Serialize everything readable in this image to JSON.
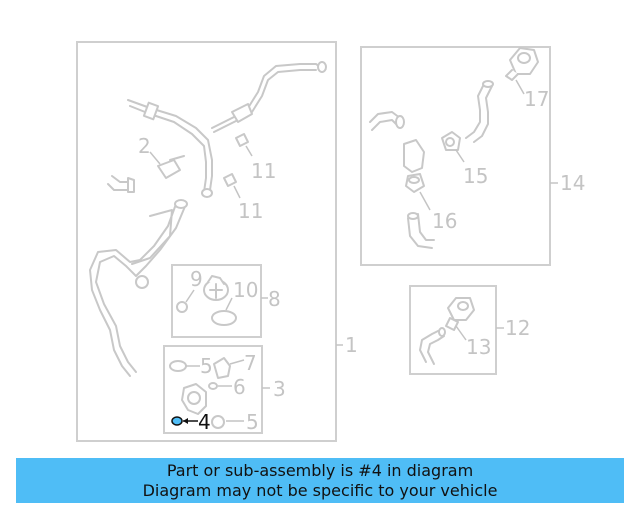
{
  "diagram": {
    "highlight_color": "#4fbdf6",
    "line_color": "#c8c8c8",
    "highlight_callout": "4",
    "callouts": [
      "1",
      "2",
      "3",
      "4",
      "5",
      "6",
      "7",
      "8",
      "9",
      "10",
      "11",
      "12",
      "13",
      "14",
      "15",
      "16",
      "17"
    ],
    "labels": {
      "c1": "1",
      "c2": "2",
      "c3": "3",
      "c4": "4",
      "c5a": "5",
      "c5b": "5",
      "c6": "6",
      "c7": "7",
      "c8": "8",
      "c9": "9",
      "c10": "10",
      "c11a": "11",
      "c11b": "11",
      "c12": "12",
      "c13": "13",
      "c14": "14",
      "c15": "15",
      "c16": "16",
      "c17": "17"
    }
  },
  "banner": {
    "line1": "Part or sub-assembly is #4 in diagram",
    "line2": "Diagram may not be specific to your vehicle",
    "background": "#4fbdf6"
  }
}
